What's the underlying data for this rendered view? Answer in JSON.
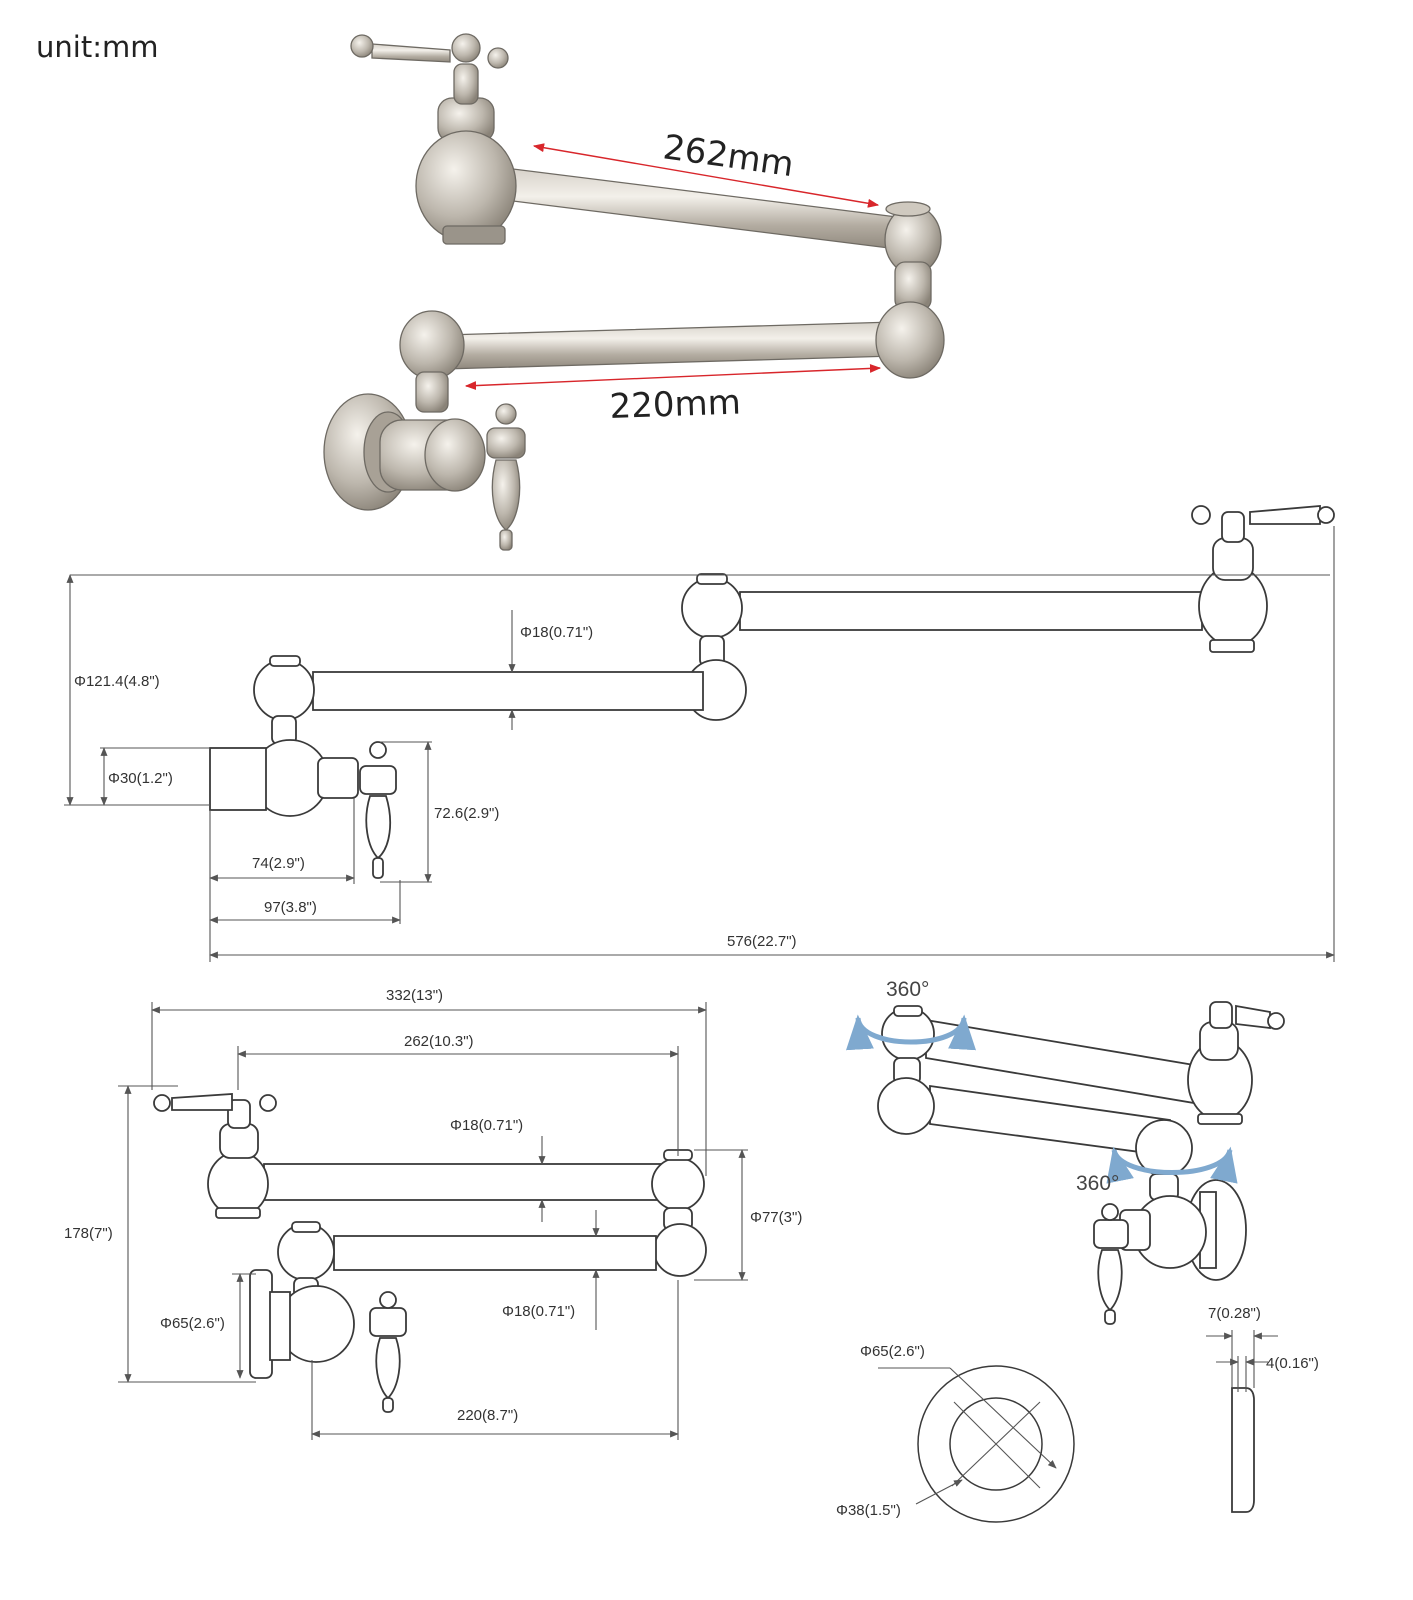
{
  "unit_label": "unit:mm",
  "photo_dims": {
    "upper_arm": "262mm",
    "lower_arm": "220mm"
  },
  "side_view": {
    "height": "Φ121.4(4.8\")",
    "tube_dia": "Φ18(0.71\")",
    "inlet_dia": "Φ30(1.2\")",
    "valve_height": "72.6(2.9\")",
    "valve_offset": "74(2.9\")",
    "handle_offset": "97(3.8\")",
    "total_reach": "576(22.7\")"
  },
  "top_view": {
    "overall": "332(13\")",
    "upper_arm": "262(10.3\")",
    "height": "178(7\")",
    "upper_tube_dia": "Φ18(0.71\")",
    "joint_width": "Φ77(3\")",
    "lower_tube_dia": "Φ18(0.71\")",
    "flange_dia": "Φ65(2.6\")",
    "lower_arm": "220(8.7\")"
  },
  "rotation": {
    "upper": "360°",
    "lower": "360°"
  },
  "flange": {
    "outer": "Φ65(2.6\")",
    "inner": "Φ38(1.5\")",
    "thickness": "7(0.28\")",
    "lip": "4(0.16\")"
  },
  "colors": {
    "dimension_arrow": "#d8262b",
    "line_art": "#3a3a3a",
    "brushed_nickel": "#bdb7ad"
  }
}
